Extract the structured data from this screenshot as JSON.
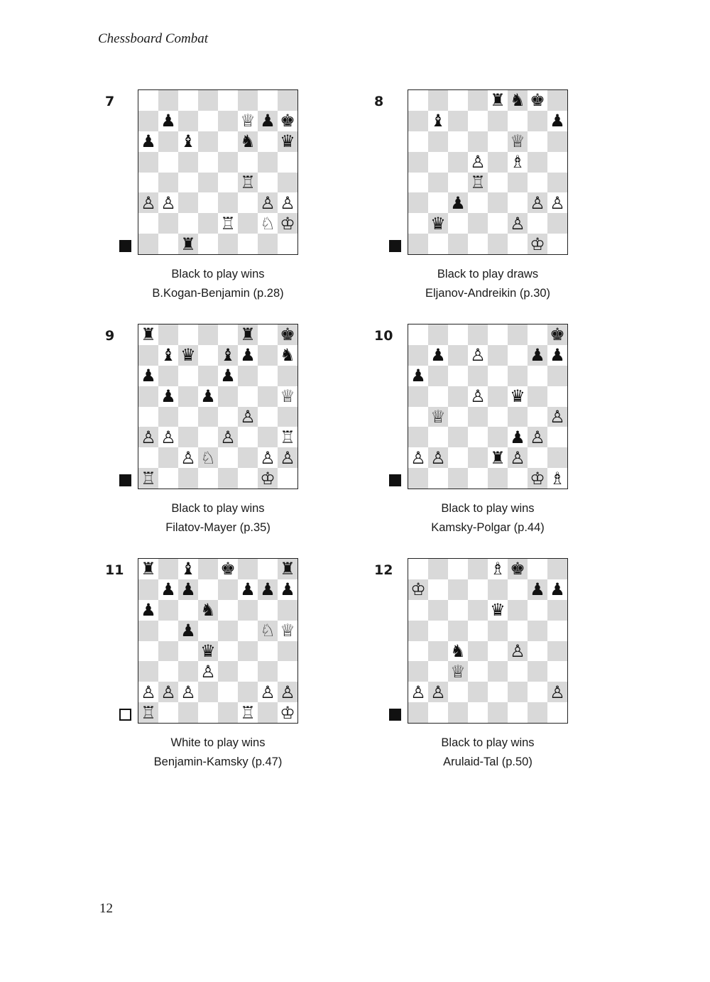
{
  "running_head": "Chessboard Combat",
  "page_number": "12",
  "diagrams": [
    {
      "number": "7",
      "to_move": "black",
      "caption": "Black to play wins",
      "source": "B.Kogan-Benjamin (p.28)",
      "ranks": [
        "........",
        ".p...Qpk",
        "p.b..n.q",
        "........",
        ".....R..",
        "PP....PP",
        "....R.NK",
        "..r....."
      ]
    },
    {
      "number": "8",
      "to_move": "black",
      "caption": "Black to play draws",
      "source": "Eljanov-Andreikin (p.30)",
      "ranks": [
        "....rnk.",
        ".b.....p",
        ".....Q..",
        "...P.B..",
        "...R....",
        "..p...PP",
        ".q...P..",
        "......K."
      ]
    },
    {
      "number": "9",
      "to_move": "black",
      "caption": "Black to play wins",
      "source": "Filatov-Mayer (p.35)",
      "ranks": [
        "r....r.k",
        ".bq.bp.n",
        "p...p...",
        ".p.p...Q",
        ".....P..",
        "PP..P..R",
        "..PN..PP",
        "R.....K."
      ]
    },
    {
      "number": "10",
      "to_move": "black",
      "caption": "Black to play wins",
      "source": "Kamsky-Polgar (p.44)",
      "ranks": [
        ".......k",
        ".p.P..pp",
        "p.......",
        "...P.q..",
        ".Q.....P",
        ".....pP.",
        "PP..rP..",
        "......KB"
      ]
    },
    {
      "number": "11",
      "to_move": "white",
      "caption": "White to play wins",
      "source": "Benjamin-Kamsky (p.47)",
      "ranks": [
        "r.b.k..r",
        ".pp..ppp",
        "p..n....",
        "..p...NQ",
        "...q....",
        "...P....",
        "PPP...PP",
        "R....R.K"
      ]
    },
    {
      "number": "12",
      "to_move": "black",
      "caption": "Black to play wins",
      "source": "Arulaid-Tal (p.50)",
      "ranks": [
        "....Bk..",
        "K.....pp",
        "....q...",
        "........",
        "..n..P..",
        "..Q.....",
        "PP.....P",
        "........"
      ]
    }
  ]
}
